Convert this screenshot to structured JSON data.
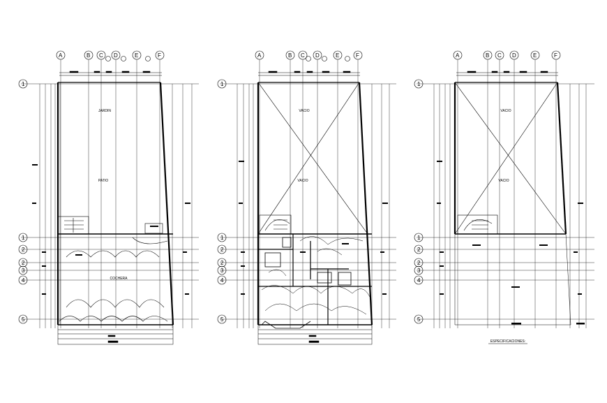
{
  "grid_columns": [
    "A",
    "B",
    "C",
    "D",
    "E",
    "F"
  ],
  "grid_rows": [
    "1",
    "1",
    "2",
    "2",
    "3",
    "4",
    "5"
  ],
  "plans": [
    {
      "id": "plan-1",
      "columns": [
        "A",
        "B",
        "C",
        "D",
        "E",
        "F"
      ],
      "labels": {
        "jardin": "JARDIN",
        "patio": "PATIO",
        "room": "COCHERA"
      }
    },
    {
      "id": "plan-2",
      "columns": [
        "A",
        "B",
        "C",
        "D",
        "E",
        "F"
      ],
      "labels": {
        "top": "VACIO",
        "mid": "VACIO"
      }
    },
    {
      "id": "plan-3",
      "columns": [
        "A",
        "B",
        "C",
        "D",
        "E",
        "F"
      ],
      "labels": {
        "top": "VACIO",
        "mid": "VACIO",
        "specs": "ESPECIFICACIONES:"
      }
    }
  ],
  "colors": {
    "ink": "#000000",
    "paper": "#ffffff"
  }
}
